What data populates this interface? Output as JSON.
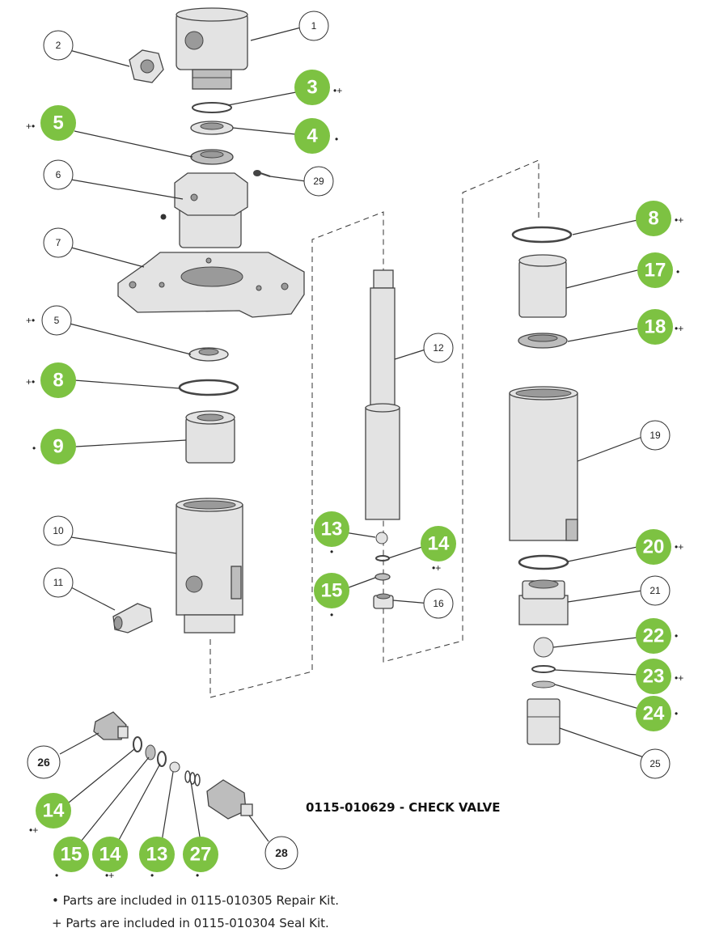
{
  "title": "0115-010629 - CHECK VALVE",
  "notes": [
    {
      "symbol": "•",
      "text": "Parts are included in 0115-010305 Repair Kit."
    },
    {
      "symbol": "+",
      "text": "Parts are included in 0115-010304 Seal Kit."
    }
  ],
  "callouts": [
    {
      "id": "c1",
      "label": "1",
      "style": "white",
      "mark": ""
    },
    {
      "id": "c2",
      "label": "2",
      "style": "white",
      "mark": ""
    },
    {
      "id": "c3",
      "label": "3",
      "style": "green",
      "mark": "•+"
    },
    {
      "id": "c4",
      "label": "4",
      "style": "green",
      "mark": "•"
    },
    {
      "id": "c5a",
      "label": "5",
      "style": "green",
      "mark": "+•"
    },
    {
      "id": "c6",
      "label": "6",
      "style": "white",
      "mark": ""
    },
    {
      "id": "c29",
      "label": "29",
      "style": "white",
      "mark": ""
    },
    {
      "id": "c7",
      "label": "7",
      "style": "white",
      "mark": ""
    },
    {
      "id": "c5b",
      "label": "5",
      "style": "white",
      "mark": "+•"
    },
    {
      "id": "c8a",
      "label": "8",
      "style": "green",
      "mark": "+•"
    },
    {
      "id": "c9",
      "label": "9",
      "style": "green",
      "mark": "•"
    },
    {
      "id": "c10",
      "label": "10",
      "style": "white",
      "mark": ""
    },
    {
      "id": "c11",
      "label": "11",
      "style": "white",
      "mark": ""
    },
    {
      "id": "c12",
      "label": "12",
      "style": "white",
      "mark": ""
    },
    {
      "id": "c13a",
      "label": "13",
      "style": "green",
      "mark": "•"
    },
    {
      "id": "c14a",
      "label": "14",
      "style": "green",
      "mark": "•+"
    },
    {
      "id": "c15a",
      "label": "15",
      "style": "green",
      "mark": "•"
    },
    {
      "id": "c16",
      "label": "16",
      "style": "white",
      "mark": ""
    },
    {
      "id": "c8b",
      "label": "8",
      "style": "green",
      "mark": "•+"
    },
    {
      "id": "c17",
      "label": "17",
      "style": "green",
      "mark": "•"
    },
    {
      "id": "c18",
      "label": "18",
      "style": "green",
      "mark": "•+"
    },
    {
      "id": "c19",
      "label": "19",
      "style": "white",
      "mark": ""
    },
    {
      "id": "c20",
      "label": "20",
      "style": "green",
      "mark": "•+"
    },
    {
      "id": "c21",
      "label": "21",
      "style": "white",
      "mark": ""
    },
    {
      "id": "c22",
      "label": "22",
      "style": "green",
      "mark": "•"
    },
    {
      "id": "c23",
      "label": "23",
      "style": "green",
      "mark": "•+"
    },
    {
      "id": "c24",
      "label": "24",
      "style": "green",
      "mark": "•"
    },
    {
      "id": "c25",
      "label": "25",
      "style": "white",
      "mark": ""
    },
    {
      "id": "c26",
      "label": "26",
      "style": "white-bold",
      "mark": ""
    },
    {
      "id": "c14b",
      "label": "14",
      "style": "green",
      "mark": "•+"
    },
    {
      "id": "c15b",
      "label": "15",
      "style": "green",
      "mark": "•"
    },
    {
      "id": "c14c",
      "label": "14",
      "style": "green",
      "mark": "•+"
    },
    {
      "id": "c13b",
      "label": "13",
      "style": "green",
      "mark": "•"
    },
    {
      "id": "c27",
      "label": "27",
      "style": "green",
      "mark": "•"
    },
    {
      "id": "c28",
      "label": "28",
      "style": "white-bold",
      "mark": ""
    }
  ],
  "colors": {
    "green": "#7dc242",
    "outline": "#333333"
  }
}
